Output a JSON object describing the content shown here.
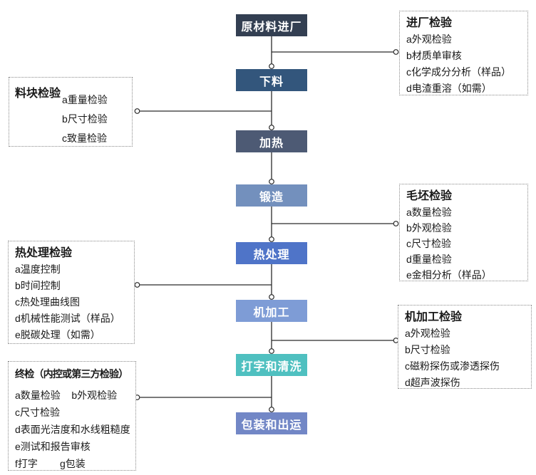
{
  "diagram": {
    "kind": "forging-process-inspection-flowchart",
    "connector_color": "#2b2b2b",
    "background": "#ffffff"
  },
  "flow": {
    "steps": [
      {
        "label": "原材料进厂",
        "color": "#333f52"
      },
      {
        "label": "下料",
        "color": "#33567c"
      },
      {
        "label": "加热",
        "color": "#4d5a74"
      },
      {
        "label": "锻造",
        "color": "#7390bd"
      },
      {
        "label": "热处理",
        "color": "#4f74c8"
      },
      {
        "label": "机加工",
        "color": "#7e9cd6"
      },
      {
        "label": "打字和清洗",
        "color": "#4fc0c0"
      },
      {
        "label": "包装和出运",
        "color": "#7287c6"
      }
    ]
  },
  "inspections": {
    "incoming": {
      "title": "进厂检验",
      "items": [
        "a外观检验",
        "b材质单审核",
        "c化学成分分析（样品）",
        "d电渣重溶（如需）"
      ]
    },
    "block": {
      "title": "料块检验",
      "items": [
        "a重量检验",
        "b尺寸检验",
        "c致量检验"
      ]
    },
    "blank": {
      "title": "毛坯检验",
      "items": [
        "a数量检验",
        "b外观检验",
        "c尺寸检验",
        "d重量检验",
        "e金相分析（样品）"
      ]
    },
    "heat_treatment": {
      "title": "热处理检验",
      "items": [
        "a温度控制",
        "b时间控制",
        "c热处理曲线图",
        "d机械性能测试（样品）",
        "e脱碳处理（如需）"
      ]
    },
    "machining": {
      "title": "机加工检验",
      "items": [
        "a外观检验",
        "b尺寸检验",
        "c磁粉探伤或渗透探伤",
        "d超声波探伤"
      ]
    },
    "final": {
      "title": "终检（内控或第三方检验）",
      "items": [
        "a数量检验    b外观检验",
        "c尺寸检验",
        "d表面光洁度和水线粗糙度",
        "e测试和报告审核",
        "f打字        g包装"
      ]
    }
  }
}
